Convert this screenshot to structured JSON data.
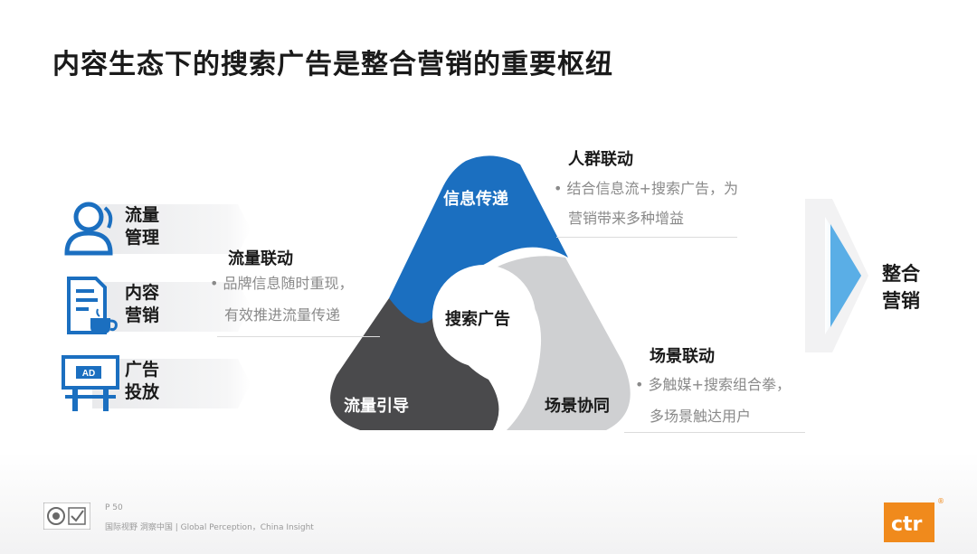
{
  "title": "内容生态下的搜索广告是整合营销的重要枢纽",
  "left_items": [
    {
      "label": "流量\n管理",
      "icon": "user-icon"
    },
    {
      "label": "内容\n营销",
      "icon": "document-coffee-icon"
    },
    {
      "label": "广告\n投放",
      "icon": "billboard-icon",
      "icon_text": "AD"
    }
  ],
  "blocks": {
    "traffic": {
      "title": "流量联动",
      "lines": [
        "品牌信息随时重现，",
        "有效推进流量传递"
      ]
    },
    "crowd": {
      "title": "人群联动",
      "lines": [
        "结合信息流+搜索广告，为",
        "营销带来多种增益"
      ]
    },
    "scene": {
      "title": "场景联动",
      "lines": [
        "多触媒+搜索组合拳，",
        "多场景触达用户"
      ]
    }
  },
  "triangle": {
    "top": "信息传递",
    "left": "流量引导",
    "right": "场景协同",
    "center": "搜索广告"
  },
  "colors": {
    "blue": "#1b6fc0",
    "dark": "#4a4a4c",
    "gray": "#cfd0d2",
    "orange": "#f08a1c",
    "arrow": "#5aaee6"
  },
  "result": "整合\n营销",
  "footer": {
    "page": "P 50",
    "slogan": "国际视野  洞察中国 |  Global Perception，China Insight",
    "brand": "ctr",
    "reg": "®"
  }
}
